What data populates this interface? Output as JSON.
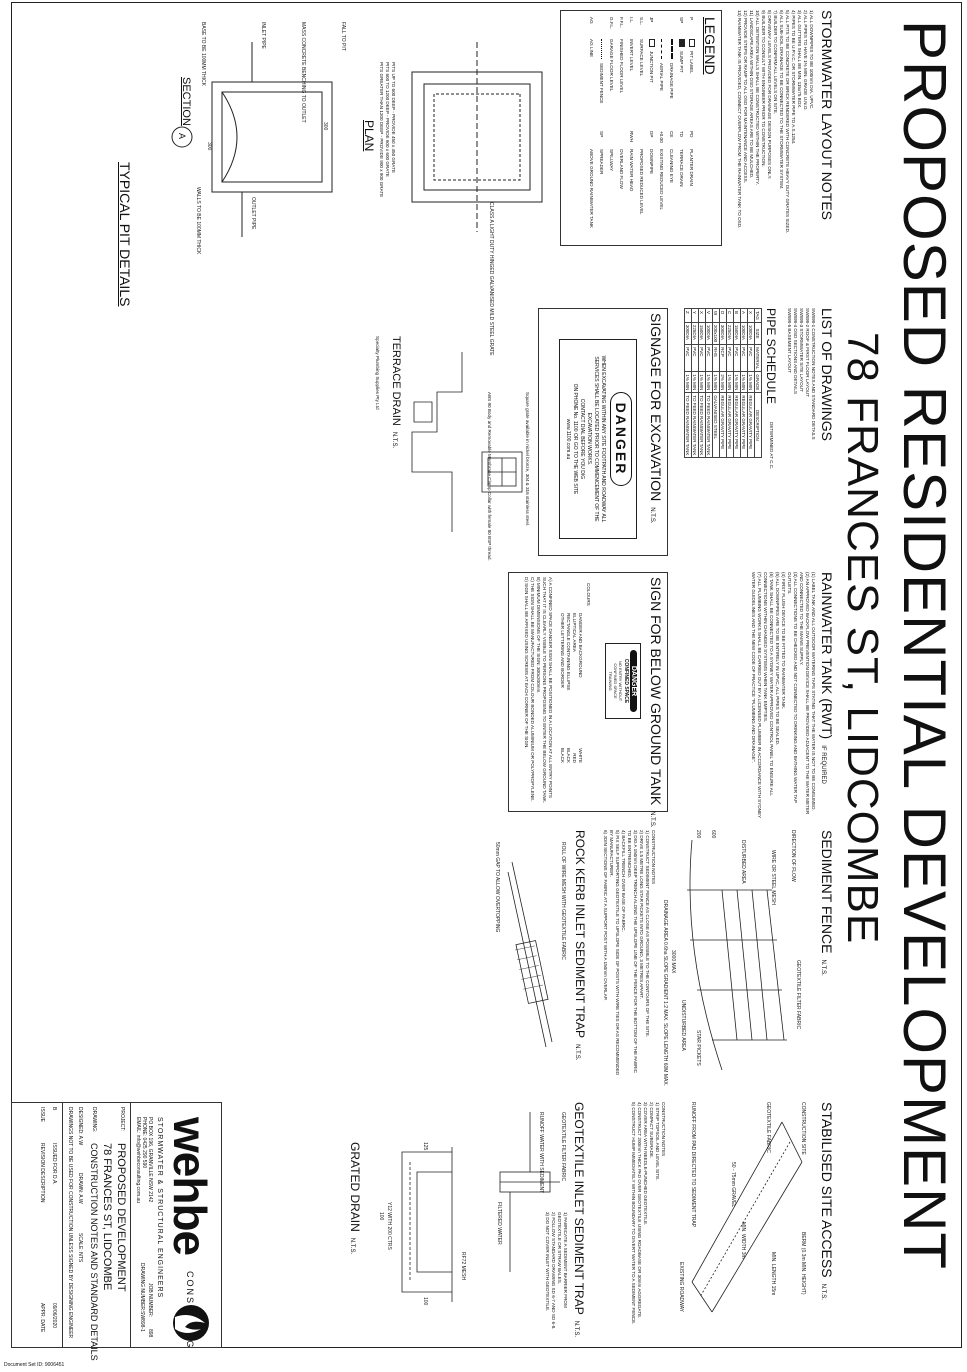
{
  "title": "PROPOSED RESIDENTIAL DEVELOPMENT",
  "subtitle": "78 FRANCES ST, LIDCOMBE",
  "stormwater_notes": {
    "heading": "STORMWATER LAYOUT NOTES",
    "items": [
      "1) ALL DOWNPIPES TO BE 100mm DIA. UPVC.",
      "2) ALL PIPES TO HAVE 1% MIN. GRADE U.N.O.",
      "3) ALL GUTTERS SHALL BE MIN. 115x75 BOX.",
      "4) PIPES TO BE U.P.V.C. OR STORMWATER PIPE TO A.S.1254.",
      "5) ALL PITS TO BE CONCRETE OR BRICK RENDERED WITH CONCRETE HEAVY DUTY GRATES SIZED.",
      "6) ALL SUB-SOIL DRAINAGE TO BE CONNECTED TO THE STORMWATER SYSTEM.",
      "7) BUILDER TO CONFIRM ALL LEVELS ON SITE.",
      "8) DRIVEWAY LEVELS PROVIDED FOR DRAINAGE DESIGN PURPOSES ONLY.",
      "9) BUILDER TO CONSULT WITH ENGINEER PRIOR TO CONSTRUCTION.",
      "10) ALL DETENTION WALLS SHALL BE CONSTRUCTED WITHIN THE PROPERTY.",
      "11) LANDSCAPE AREA WITHIN OSD STORAGE AREAS ARE TO BE MULCHED.",
      "12) PROVIDE STEPS OR RAMP TO ALL OSD FOR MAINTENANCE AND ACCESS.",
      "13) RAINWATER TANK IS PROVIDED, CONNECT OVERFLOW FROM THE RAINWATER TANK TO OSD."
    ]
  },
  "legend": {
    "heading": "LEGEND",
    "left": [
      {
        "code": "P",
        "label": "PIT LABEL"
      },
      {
        "code": "SP",
        "label": "SUMP PIT"
      },
      {
        "code": "",
        "label": "DRAINAGE PIPE"
      },
      {
        "code": "",
        "label": "AERIAL PIPE"
      },
      {
        "code": "JP",
        "label": "JUNCTION PIT"
      },
      {
        "code": "S.L.",
        "label": "SURFACE LEVEL"
      },
      {
        "code": "I.L.",
        "label": "INVERT LEVEL"
      },
      {
        "code": "F.F.L.",
        "label": "FINISHED FLOOR LEVEL"
      },
      {
        "code": "G.F.L.",
        "label": "GARAGE FLOOR LEVEL"
      },
      {
        "code": "",
        "label": "SEDIMENT FENCE"
      },
      {
        "code": "AG",
        "label": "AG LINE"
      }
    ],
    "right": [
      {
        "code": "PD",
        "label": "PLANTER DRAIN"
      },
      {
        "code": "TD",
        "label": "TERRACE DRAIN"
      },
      {
        "code": "CE",
        "label": "CLEANING EYE"
      },
      {
        "code": "+0.00",
        "label": "EXISTING REDUCED LEVEL"
      },
      {
        "code": "DP",
        "label": "DOWNPIPE"
      },
      {
        "code": "",
        "label": "PROPOSED REDUCED LEVEL"
      },
      {
        "code": "RWH",
        "label": "RAIN WATER HEAD"
      },
      {
        "code": "",
        "label": "OVERLAND FLOW"
      },
      {
        "code": "",
        "label": "SPILLWAY"
      },
      {
        "code": "SP",
        "label": "SPREADER"
      },
      {
        "code": "",
        "label": "ABOVE GROUND RAINWATER TANK"
      }
    ]
  },
  "pit_details": {
    "heading": "TYPICAL PIT DETAILS",
    "plan_label": "PLAN",
    "section_label": "SECTION",
    "section_letter": "A",
    "notes": [
      "PITS UP TO 600 DEEP - PROVIDE 450 x 450 GRATE",
      "PITS 600 TO 1200 DEEP - PROVIDE 600 x 600 GRATE",
      "PITS GREATER THAN 1200 DEEP - PROVIDE 900 x 900 GRATE"
    ],
    "callouts": [
      "CLASS A LIGHT DUTY HINGED GALVANISED MILD STEEL GRATE",
      "FALL TO PIT",
      "OUTLET PIPE",
      "INLET PIPE",
      "BASE TO BE 100MM THICK",
      "WALLS TO BE 100MM THICK",
      "MASS CONCRETE BENCHING TO OUTLET"
    ],
    "dims": [
      "300",
      "300"
    ]
  },
  "terrace_drain": {
    "heading": "TERRACE DRAIN",
    "notes": [
      "Square grate available in nickel bronze, 304 & 316 stainless steel.",
      "ABS 90 Body and Removable Membrane Clamp Collar with female 80 BSP thread."
    ],
    "supplier": "Specialty Plumbing Supplies Pty Ltd"
  },
  "drawings": {
    "heading": "LIST OF DRAWINGS",
    "items": [
      "SW898-1  CONSTRUCTION NOTES AND STANDARD DETAILS",
      "SW898-2  ROOF & FIRST FLOOR LAYOUT",
      "SW898-3  STORMWATER SITE LAYOUT",
      "SW898-4  OSD SECTIONS AND DETAILS",
      "SW898-5  BASEMENT LAYOUT"
    ]
  },
  "pipe_schedule": {
    "heading": "PIPE SCHEDULE",
    "note": "DETERMINED AT C.C.",
    "columns": [
      "TAG",
      "SIZE",
      "MATERIAL",
      "GRADE",
      "DESCRIPTION"
    ],
    "rows": [
      [
        "X",
        "100DIA",
        "PVC",
        "1% MIN",
        "REGULAR GRAVITY PIPE"
      ],
      [
        "A",
        "100DIA",
        "PVC",
        "1% MIN",
        "REGULAR GRAVITY PIPE"
      ],
      [
        "B",
        "150DIA",
        "PVC",
        "1% MIN",
        "REGULAR GRAVITY PIPE"
      ],
      [
        "C",
        "225DIA",
        "PVC",
        "1% MIN",
        "REGULAR GRAVITY PIPE"
      ],
      [
        "D",
        "300DIA",
        "RCP",
        "2% MIN",
        "REGULAR GRAVITY PIPE"
      ],
      [
        "W",
        "200x100",
        "RHS",
        "1% MIN",
        "GALVANISED STEEL"
      ],
      [
        "V",
        "100DIA",
        "PVC",
        "1% MIN",
        "TO FEED RAINWATER TANK"
      ],
      [
        "X",
        "150DIA",
        "PVC",
        "1% MIN",
        "TO FEED RAINWATER TANK"
      ],
      [
        "Y",
        "225DIA",
        "PVC",
        "1% MIN",
        "TO FEED RAINWATER TANK"
      ],
      [
        "Z",
        "300DIA",
        "PVC",
        "1% MIN",
        "TO FEED RAINWATER TANK"
      ]
    ]
  },
  "excavation": {
    "heading": "SIGNAGE FOR EXCAVATION",
    "danger": "DANGER",
    "lines": [
      "WHEN EXCAVATING WITHIN ANY SITE FOOTPATH AND ROADWAY ALL SERVICES SHALL BE LOCATED PRIOR TO COMMENCEMENT OF THE EXCAVATION WORKS.",
      "CONTACT DIAL BEFORE YOU DIG",
      "ON PHONE No. 1100 OR GO TO THE WEB SITE",
      "www.1100.com.au"
    ]
  },
  "rainwater": {
    "heading": "RAINWATER TANK (RWT)",
    "note": "IF REQUIRED",
    "items": [
      "(1) LABEL TANK AND ALL OUTDOOR WATERING TAPS STATING THAT THE WATER IS NOT TO BE CONSUMED.",
      "(2) AN APPROVED BACKFLOW PREVENTION DEVICE SHALL BE PROVIDED ADJACENT TO THE WATER METER AND CONNECTED TO THE MAINS SUPPLY.",
      "(3) ALL CONNECTIONS TO BE CHECKED AND NOT CONNECTED TO DRINKING AND BATHING WATER TAP OUTLETS.",
      "(4) FIRST FLUSH DEVICE TO BE FITTED TO RAINWATER TANK.",
      "(5) ALL DOWNPIPES ARE TO BE ENTIRELY IN UPVC, ALL PIPES TO BE SEALED.",
      "(6) TANK SHALL BE CONNECTED TO A SYDNEY WATER APPROVED CONTROL PANEL TO ENSURE ALL CONNECTIONS WITHIN CHANGED SYSTEMS WHEN TANK EMPTIES.",
      "(7) ALL PLUMBING WORKS SHALL BE CARRIED OUT BY A LICENSED PLUMBER IN ACCORDANCE WITH SYDNEY WATER GUIDELINES AND THE NEW CODE OF PRACTICE \"PLUMBING AND DRAINAGE\"."
    ]
  },
  "below_tank": {
    "heading": "SIGN FOR BELOW GROUND TANK",
    "sign_title": "DANGER",
    "sign_lines": [
      "CONFINED SPACE",
      "NO ENTRY WITHOUT",
      "CONFINED SPACE",
      "TRAINING"
    ],
    "colours_label": "COLOURS",
    "colours": [
      {
        "item": "DANGER AND BACKGROUND",
        "colour": "WHITE"
      },
      {
        "item": "ELLIPTICAL AREA",
        "colour": "RED"
      },
      {
        "item": "RECTANGLE CONTAINING ELLIPSE",
        "colour": "BLACK"
      },
      {
        "item": "OTHER LETTERING AND BORDER",
        "colour": "BLACK"
      }
    ],
    "notes": [
      "A) A CONFINED SPACE DANGER SIGN SHALL BE POSITIONED IN A LOCATION AT ALL ENTRY POINTS SUCH THAT IT IS CLEARLY VISIBLE TO PERSONS PROPOSING TO ENTER THE BELOW GROUND TANK.",
      "B) MINIMUM DIMENSIONS OF THE SIGN: 300x200mm.",
      "C) THE SIGN SHALL BE MANUFACTURED FROM COLOUR BONDED ALUMINIUM OR POLYPROPYLENE.",
      "D) SIGN SHALL BE AFFIXED USING SCREWS AT EACH CORNER OF THE SIGN."
    ]
  },
  "sediment_fence": {
    "heading": "SEDIMENT FENCE",
    "labels": [
      "GEOTEXTILE FILTER FABRIC",
      "3000 MAX",
      "WIRE OR STEEL MESH",
      "DIRECTION OF FLOW",
      "DISTURBED AREA",
      "UNDISTURBED AREA",
      "600",
      "200",
      "DRAINAGE AREA 0.6ha SLOPE GRADIENT 1:2 MAX. SLOPE LENGTH 60M MAX.",
      "STAR PICKETS"
    ],
    "notes_heading": "CONSTRUCTION NOTES",
    "notes": [
      "1) CONSTRUCT SEDIMENT FENCE AS CLOSE AS POSSIBLE TO THE CONTOURS OF THE SITE.",
      "2) DRIVE 1.5 METRE LONG STAR PICKETS INTO GROUND, 3 METRES APART.",
      "3) DIG A 150mm DEEP TRENCH ALONG THE UPSLOPE LINE OF THE FENCE FOR THE BOTTOM OF THE FABRIC TO BE ENTRENCHED.",
      "4) BACKFILL TRENCH OVER BASE OF FABRIC.",
      "5) FIX SELF SUPPORTING GEOTEXTILE TO UPSLOPE SIDE OF POSTS WITH WIRE TIES OR AS RECOMMENDED BY MANUFACTURER.",
      "6) JOIN SECTIONS OF FABRIC AT A SUPPORT POST WITH A 150mm OVERLAP."
    ]
  },
  "rock_kerb": {
    "heading": "ROCK KERB INLET SEDIMENT TRAP",
    "labels": [
      "ROLL OF WIRE MESH WITH GEOTEXTILE FABRIC",
      "50mm GAP TO ALLOW OVERTOPPING"
    ]
  },
  "site_access": {
    "heading": "STABILISED SITE ACCESS",
    "labels": [
      "BERM (0.3m MIN. HEIGHT)",
      "MIN. LENGTH 15m",
      "MIN. WIDTH 3m",
      "EXISTING ROADWAY",
      "CONSTRUCTION SITE",
      "GEOTEXTILE FABRIC",
      "50 - 75mm GRAVEL",
      "RUNOFF FROM PAD DIRECTED TO SEDIMENT TRAP"
    ],
    "notes_heading": "CONSTRUCTION NOTES",
    "notes": [
      "1) STRIP TOPSOIL AND LEVEL SITE.",
      "2) COMPACT SUBGRADE.",
      "3) COVER AREA WITH NEEDLE-PUNCHED GEOTEXTILE.",
      "4) CONSTRUCT 200mm THICK PAD OVER GEOTEXTILE USING ROADBASE OR 30mm AGGREGATE.",
      "5) CONSTRUCT HUMP IMMEDIATELY WITHIN BOUNDARY TO DIVERT WATER TO A SEDIMENT FENCE."
    ]
  },
  "geotextile": {
    "heading": "GEOTEXTILE INLET SEDIMENT TRAP",
    "labels": [
      "GEOTEXTILE FILTER FABRIC",
      "RUNOFF WATER WITH SEDIMENT",
      "FILTERED WATER"
    ],
    "notes": [
      "1) FABRICATE A SEDIMENT BARRIER FROM GEOTEXTILE OR STRAW BALES.",
      "2) FOLLOW STANDARD DRAWING SD 6-7 AND SD 6-8.",
      "3) DO NOT COVER INLET WITH GEOTEXTILE."
    ]
  },
  "grated_drain": {
    "heading": "GRATED DRAIN",
    "labels": [
      "RF72 MESH",
      "Y12 WITH 200 CTRS",
      "125",
      "100",
      "100"
    ]
  },
  "title_block": {
    "company": "wehbe",
    "company_suffix": "CONSULTING",
    "tagline": "STORMWATER & STRUCTURAL ENGINEERS",
    "address": "PO BOX 196, GRANVILLE NSW 2142",
    "phone": "PHONE: 0425 290 590",
    "email": "EMAIL: info@wehbeconsulting.com.au",
    "project_label": "PROJECT:",
    "project": "PROPOSED DEVELOPMENT",
    "address_line": "78 FRANCES ST, LIDCOMBE",
    "drawing_label": "DRAWING:",
    "drawing": "CONSTRUCTION NOTES AND STANDARD DETAILS",
    "job_label": "JOB NUMBER:",
    "job": "898",
    "drawing_no_label": "DRAWING NUMBER:",
    "drawing_no": "SW898-1",
    "designed": "DESIGNED: A.W",
    "drawn": "DRAWN: A.W",
    "scale": "SCALE: NTS",
    "disclaimer": "DRAWINGS NOT TO BE USED FOR CONSTRUCTION UNLESS SIGNED BY DESIGNING ENGINEER",
    "issue": "B",
    "issue_desc": "ISSUED FOR D.A.",
    "date": "09/06/2020",
    "approved": "APPR. DATE",
    "revision_label": "REVISION DESCRIPTION",
    "issue_label": "ISSUE"
  },
  "footer": "Document Set ID: 9006451"
}
